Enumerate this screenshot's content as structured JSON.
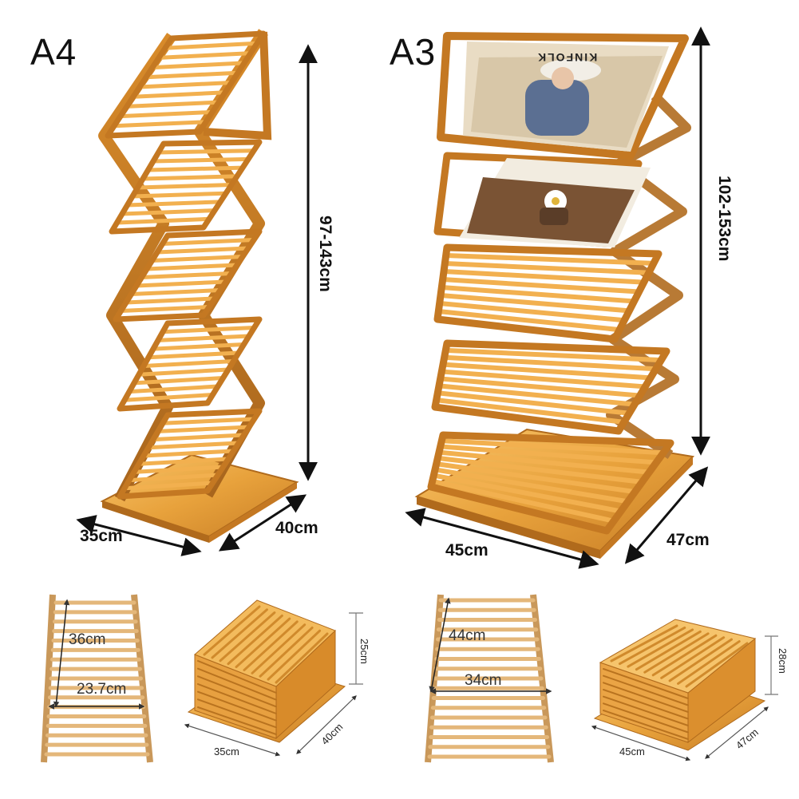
{
  "variants": {
    "a4": {
      "name": "A4",
      "height": "97-143cm",
      "width": "35cm",
      "depth": "40cm",
      "shelf_length": "36cm",
      "shelf_width": "23.7cm",
      "folded_height": "25cm",
      "folded_width": "35cm",
      "folded_depth": "40cm"
    },
    "a3": {
      "name": "A3",
      "height": "102-153cm",
      "width": "45cm",
      "depth": "47cm",
      "shelf_length": "44cm",
      "shelf_width": "34cm",
      "folded_height": "28cm",
      "folded_width": "45cm",
      "folded_depth": "47cm"
    }
  },
  "poster": {
    "brand": "KINFOLK"
  },
  "colors": {
    "bamboo_light": "#f2b657",
    "bamboo_mid": "#e39a33",
    "bamboo_dark": "#b86f1f",
    "arrow": "#111111"
  }
}
